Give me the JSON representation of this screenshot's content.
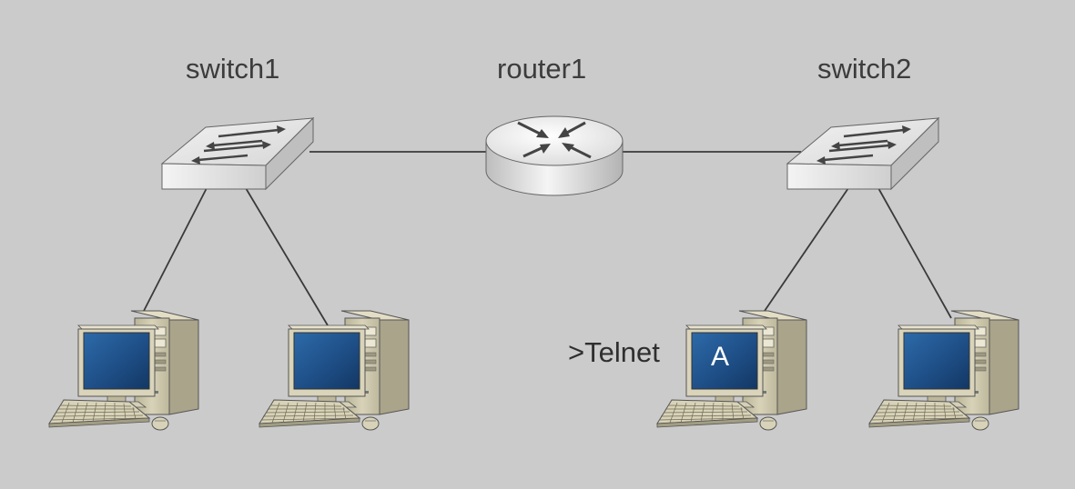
{
  "devices": {
    "switch1": {
      "label": "switch1",
      "icon": "network-switch-icon"
    },
    "router1": {
      "label": "router1",
      "icon": "router-icon"
    },
    "switch2": {
      "label": "switch2",
      "icon": "network-switch-icon"
    }
  },
  "hosts": [
    {
      "id": "pc1",
      "icon": "desktop-computer-icon"
    },
    {
      "id": "pc2",
      "icon": "desktop-computer-icon"
    },
    {
      "id": "pc3",
      "icon": "desktop-computer-icon",
      "screen_text": "A",
      "annotation": ">Telnet"
    },
    {
      "id": "pc4",
      "icon": "desktop-computer-icon"
    }
  ],
  "colors": {
    "background": "#cbcbcb",
    "link": "#3a3a3a",
    "screen": "#1f4f86",
    "case": "#c7c2a4"
  }
}
